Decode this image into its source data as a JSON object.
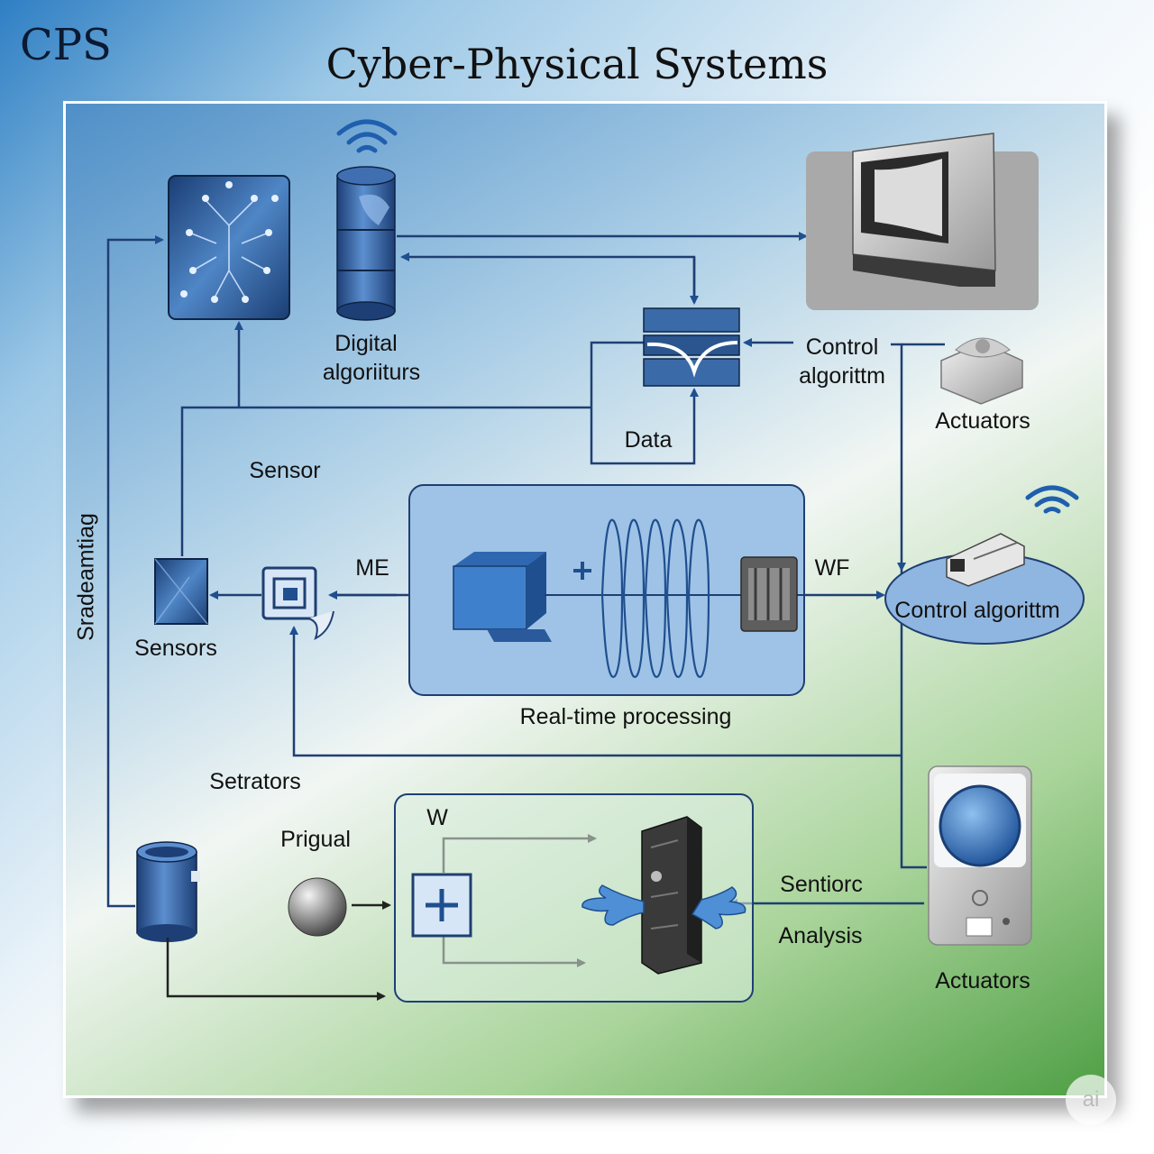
{
  "corner_title": "CPS",
  "title": "Cyber-Physical Systems",
  "vertical_label": "Sradeamtiag",
  "labels": {
    "digital_1": "Digital",
    "digital_2": "algoriiturs",
    "control_1": "Control",
    "control_2": "algorittm",
    "actuators_top": "Actuators",
    "data": "Data",
    "sensor": "Sensor",
    "me": "ME",
    "wf": "WF",
    "sensors": "Sensors",
    "control_right": "Control algorittm",
    "realtime": "Real-time processing",
    "setrators": "Setrators",
    "prigual": "Prigual",
    "w": "W",
    "sentiorc": "Sentiorc",
    "analysis": "Analysis",
    "actuators_bottom": "Actuators"
  },
  "watermark": "ai",
  "colors": {
    "line": "#1f3f73",
    "arrow": "#1f4f8f",
    "box_blue": "#2f5d9a",
    "light_box": "#9fc3e6"
  }
}
